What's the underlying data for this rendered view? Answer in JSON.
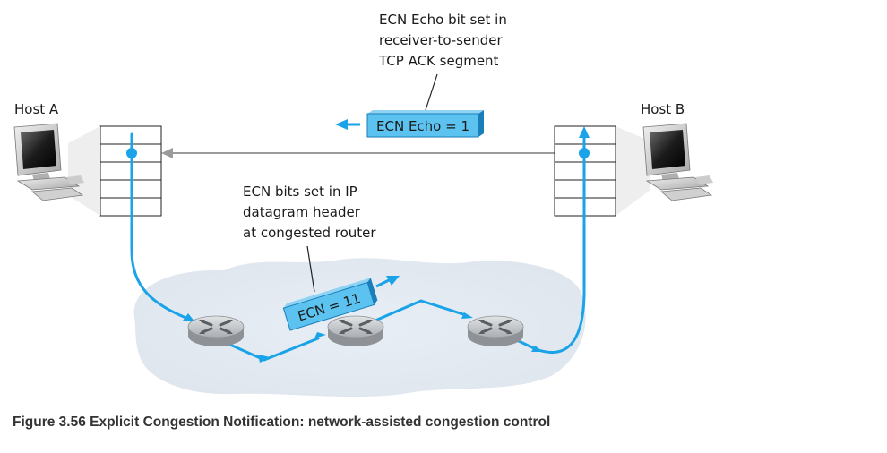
{
  "figure": {
    "caption": "Figure 3.56 Explicit Congestion Notification: network-assisted congestion control"
  },
  "hosts": {
    "a_label": "Host A",
    "b_label": "Host B"
  },
  "annotations": {
    "echo_note": [
      "ECN Echo bit set in",
      "receiver-to-sender",
      "TCP ACK segment"
    ],
    "ip_note": [
      "ECN bits set in IP",
      "datagram header",
      "at congested router"
    ]
  },
  "packets": {
    "echo_packet": "ECN Echo = 1",
    "ecn_packet": "ECN = 11"
  },
  "colors": {
    "path": "#1aa3e8",
    "packet_fill": "#5cc3f0",
    "packet_edge": "#1a7fb8",
    "cloud": "#e4ebf3",
    "ack_line": "#a0a0a0",
    "router": "#b8bcc0"
  },
  "icons": [
    "computer-icon",
    "router-icon",
    "protocol-stack-icon"
  ]
}
